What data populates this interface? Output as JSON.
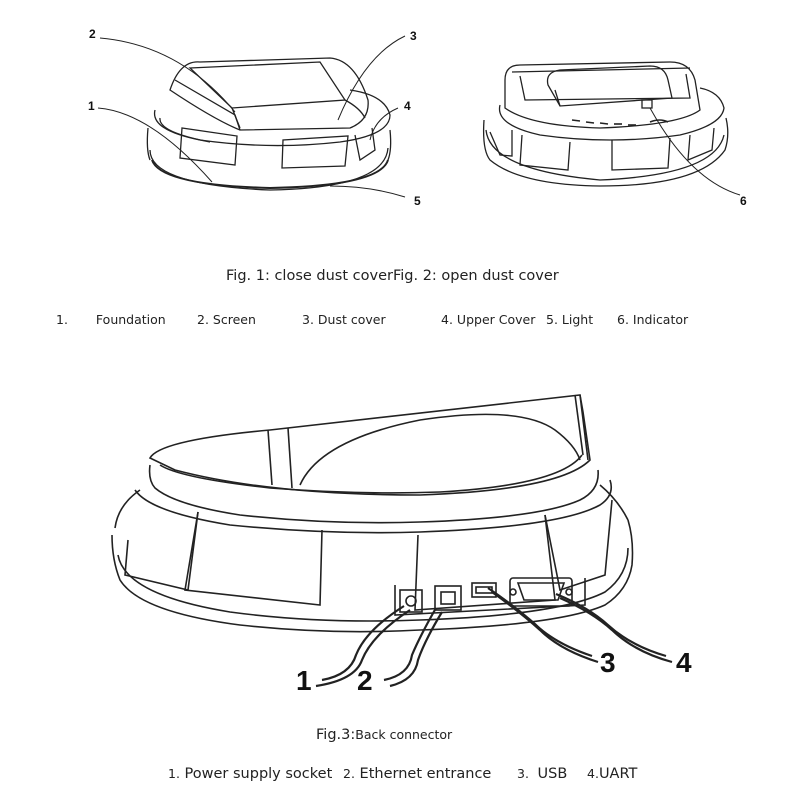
{
  "figure1": {
    "callouts": [
      "1",
      "2",
      "3",
      "4",
      "5"
    ]
  },
  "figure2": {
    "callouts": [
      "6"
    ]
  },
  "caption_top": "Fig. 1: close dust coverFig. 2: open dust cover",
  "legend_top": [
    {
      "num": "1.",
      "label": "Foundation"
    },
    {
      "num": "2.",
      "label": "Screen"
    },
    {
      "num": "3.",
      "label": "Dust cover"
    },
    {
      "num": "4.",
      "label": "Upper Cover"
    },
    {
      "num": "5.",
      "label": "Light"
    },
    {
      "num": "6.",
      "label": "Indicator"
    }
  ],
  "figure3": {
    "callouts": [
      "1",
      "2",
      "3",
      "4"
    ]
  },
  "caption_bottom": {
    "prefix": "Fig.3:",
    "text": "Back connector"
  },
  "legend_bottom": [
    {
      "num": "1.",
      "label": "Power supply socket"
    },
    {
      "num": "2.",
      "label": "Ethernet entrance"
    },
    {
      "num": "3.",
      "label": "USB"
    },
    {
      "num": "4.",
      "label": "UART"
    }
  ]
}
